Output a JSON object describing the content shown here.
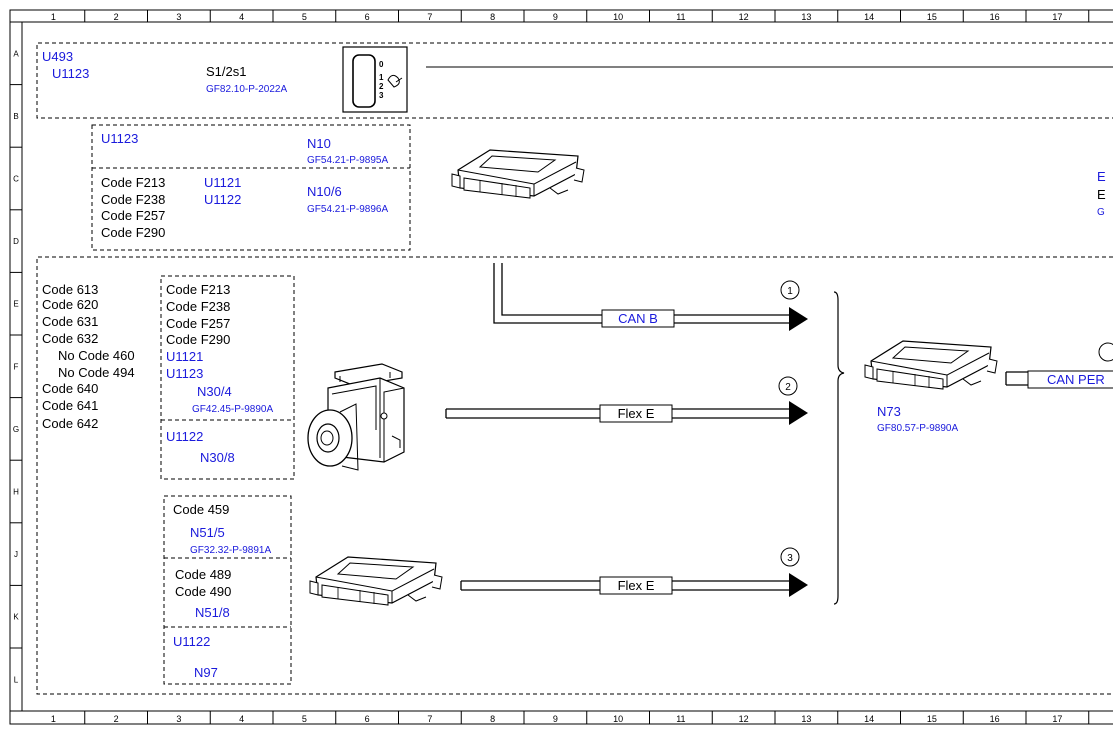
{
  "grid": {
    "cols": [
      "1",
      "2",
      "3",
      "4",
      "5",
      "6",
      "7",
      "8",
      "9",
      "10",
      "11",
      "12",
      "13",
      "14",
      "15",
      "16",
      "17"
    ],
    "rows": [
      "A",
      "B",
      "C",
      "D",
      "E",
      "F",
      "G",
      "H",
      "J",
      "K",
      "L"
    ]
  },
  "box_a": {
    "code1": "U493",
    "code2": "U1123",
    "switch_label": "S1/2s1",
    "switch_ref": "GF82.10-P-2022A",
    "switch_marks": [
      "0",
      "1",
      "2",
      "3"
    ]
  },
  "box_b": {
    "top_left": "U1123",
    "n10": "N10",
    "n10_ref": "GF54.21-P-9895A",
    "codes": [
      "Code F213",
      "Code F238",
      "Code F257",
      "Code F290"
    ],
    "u_codes": [
      "U1121",
      "U1122"
    ],
    "n106": "N10/6",
    "n106_ref": "GF54.21-P-9896A"
  },
  "right_edge": {
    "e1": "E",
    "e2": "E",
    "g": "G"
  },
  "left_codes": [
    "Code 613",
    "Code 620",
    "Code 631",
    "Code 632",
    "No Code 460",
    "No Code 494",
    "Code 640",
    "Code 641",
    "Code 642"
  ],
  "inner_box1": {
    "codes": [
      "Code F213",
      "Code F238",
      "Code F257",
      "Code F290"
    ],
    "u_codes": [
      "U1121",
      "U1123"
    ],
    "n304": "N30/4",
    "n304_ref": "GF42.45-P-9890A",
    "u1122": "U1122",
    "n308": "N30/8"
  },
  "inner_box2": {
    "code459": "Code 459",
    "n515": "N51/5",
    "n515_ref": "GF32.32-P-9891A",
    "code489": "Code 489",
    "code490": "Code 490",
    "n518": "N51/8",
    "u1122": "U1122",
    "n97": "N97"
  },
  "connections": [
    {
      "num": "1",
      "label": "CAN B"
    },
    {
      "num": "2",
      "label": "Flex E"
    },
    {
      "num": "3",
      "label": "Flex E"
    }
  ],
  "n73": {
    "label": "N73",
    "ref": "GF80.57-P-9890A",
    "can_label": "CAN PER"
  }
}
